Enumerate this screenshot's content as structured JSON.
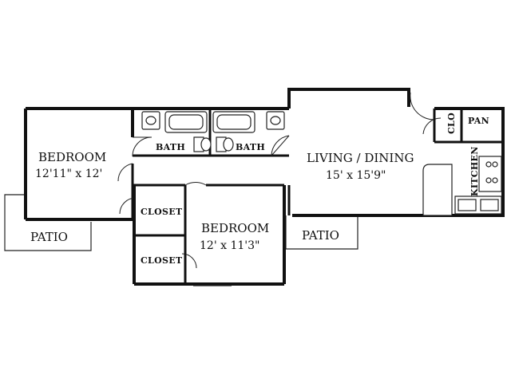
{
  "rooms": {
    "bedroom_left": {
      "name": "BEDROOM",
      "dims": "12'11\" x 12'"
    },
    "bedroom_center": {
      "name": "BEDROOM",
      "dims": "12' x 11'3\""
    },
    "living_dining": {
      "name": "LIVING / DINING",
      "dims": "15' x 15'9\""
    },
    "bath_left": {
      "name": "BATH"
    },
    "bath_right": {
      "name": "BATH"
    },
    "closet_upper": {
      "name": "CLOSET"
    },
    "closet_lower": {
      "name": "CLOSET"
    },
    "clo": {
      "name": "CLO"
    },
    "pan": {
      "name": "PAN"
    },
    "kitchen": {
      "name": "KITCHEN"
    },
    "patio_left": {
      "name": "PATIO"
    },
    "patio_right": {
      "name": "PATIO"
    }
  }
}
